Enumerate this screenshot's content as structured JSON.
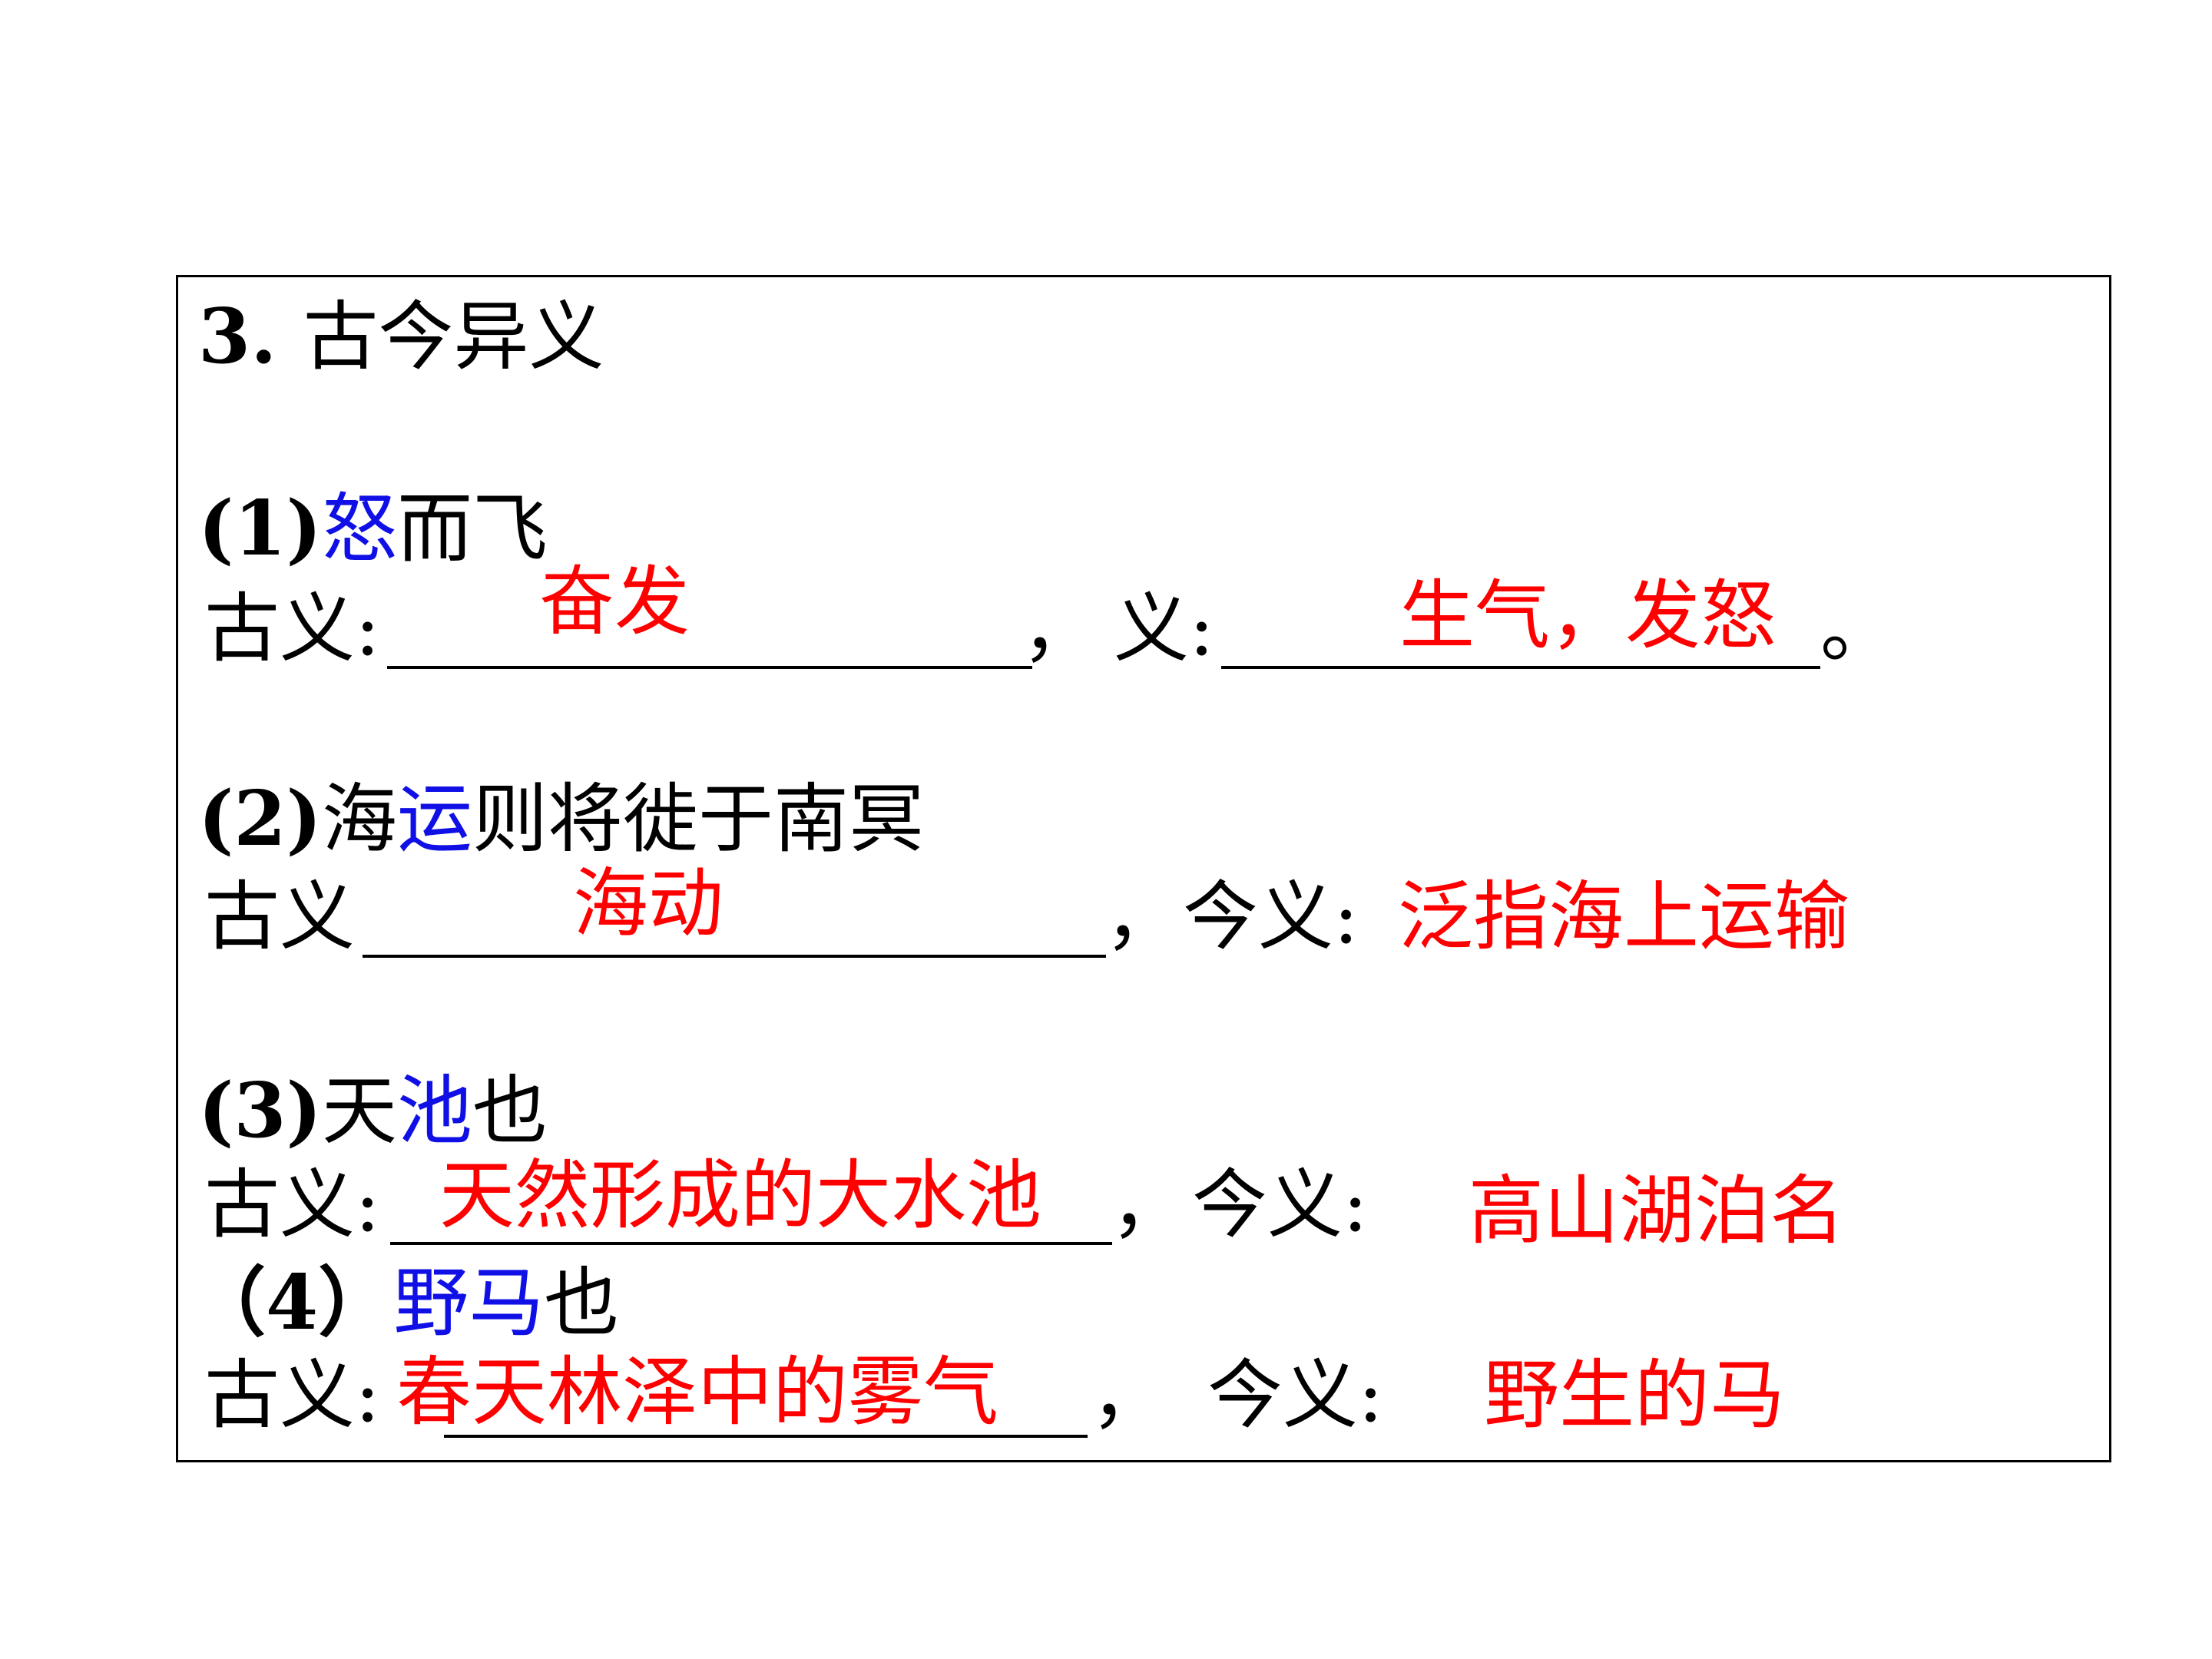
{
  "heading": {
    "number": "3.",
    "title": "古今异义"
  },
  "items": [
    {
      "label": "(1)",
      "key": "怒",
      "rest": "而飞",
      "gu_label": "古义:",
      "gu_answer": "奋发",
      "sep": "，",
      "jin_label": "义:",
      "jin_answer": "生气，发怒",
      "end": "。"
    },
    {
      "label": "(2)",
      "pre": "海",
      "key": "运",
      "rest": "则将徙于南冥",
      "gu_label": "古义",
      "gu_answer": "海动",
      "sep": "，",
      "jin_label": "今义:",
      "jin_answer": "泛指海上运输"
    },
    {
      "label": "(3)",
      "pre": "天",
      "key": "池",
      "rest": "也",
      "gu_label": "古义:",
      "gu_answer": "天然形成的大水池",
      "sep": "，",
      "jin_label": "今义:",
      "jin_answer": "高山湖泊名"
    },
    {
      "label": "（4）",
      "key": "野马",
      "rest": "也",
      "gu_label": "古义:",
      "gu_answer": "春天林泽中的雾气",
      "sep": "，",
      "jin_label": "今义:",
      "jin_answer": "野生的马"
    }
  ]
}
